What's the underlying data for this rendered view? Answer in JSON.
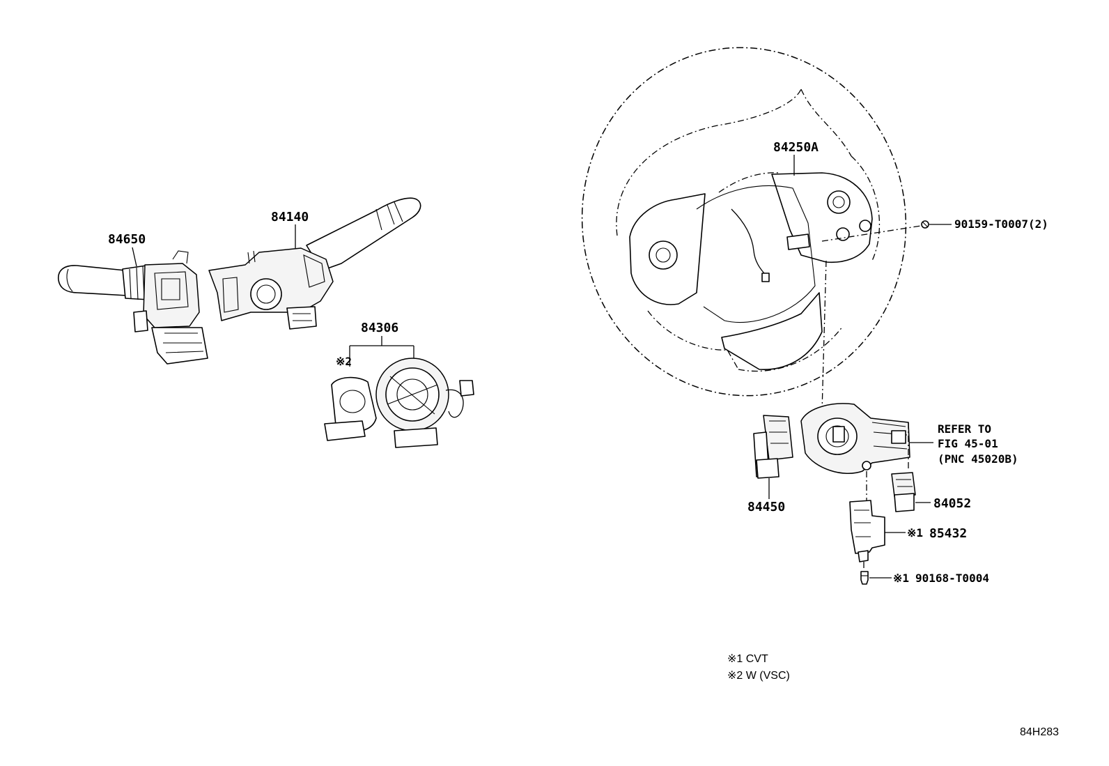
{
  "parts": {
    "p84650": "84650",
    "p84140": "84140",
    "p84306": "84306",
    "p84250a": "84250A",
    "p90159": "90159-T0007(2)",
    "refer_line1": "REFER TO",
    "refer_line2": "FIG 45-01",
    "refer_line3": "(PNC 45020B)",
    "p84052": "84052",
    "p84450": "84450",
    "p85432": "85432",
    "p90168": "90168-T0004"
  },
  "markers": {
    "m2_on_84306": "※2",
    "m1_on_85432": "※1",
    "m1_on_90168": "※1"
  },
  "notes": {
    "note1": "※1 CVT",
    "note2": "※2 W (VSC)"
  },
  "figure_code": "84H283"
}
